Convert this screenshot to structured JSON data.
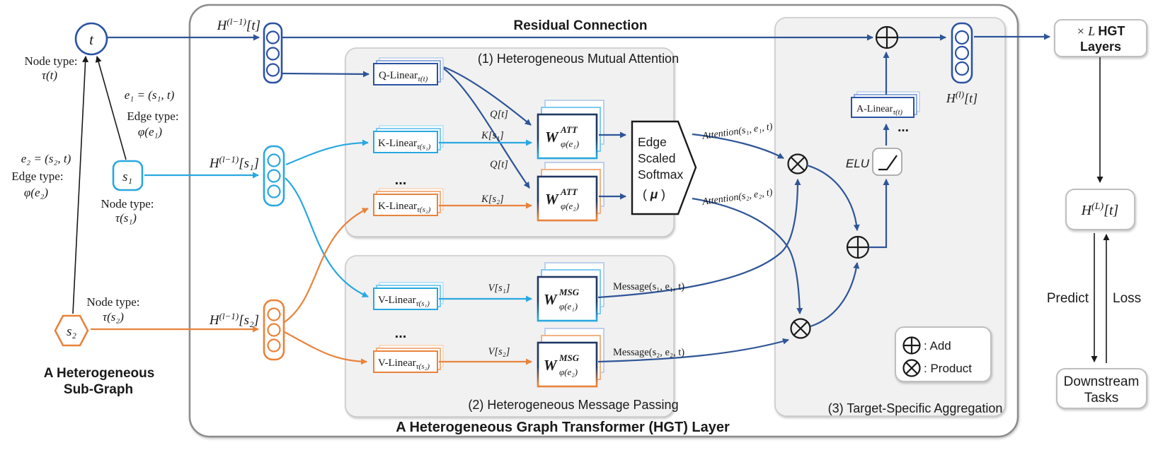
{
  "colors": {
    "blue_arrow": "#2E5597",
    "navy_border": "#203864",
    "royal_node": "#2B53A3",
    "cyan": "#29A8E0",
    "orange": "#E8833C",
    "panel_fill": "#F1F1F1",
    "panel_border": "#C9C9C9",
    "outer_border": "#8C8C8C"
  },
  "subgraph": {
    "node_t": "t",
    "node_s1": "s₁",
    "node_s2": "s₂",
    "type_t": {
      "l1": "Node type:",
      "l2": "τ(t)"
    },
    "type_s1": {
      "l1": "Node type:",
      "l2": "τ(s₁)"
    },
    "type_s2": {
      "l1": "Node type:",
      "l2": "τ(s₂)"
    },
    "edge1": {
      "def": "e₁ = (s₁, t)",
      "l1": "Edge type:",
      "l2": "φ(e₁)"
    },
    "edge2": {
      "def": "e₂ = (s₂, t)",
      "l1": "Edge type:",
      "l2": "φ(e₂)"
    },
    "caption": {
      "l1": "A Heterogeneous",
      "l2": "Sub-Graph"
    }
  },
  "layer": {
    "caption": "A Heterogeneous Graph Transformer (HGT) Layer",
    "residual": "Residual Connection",
    "h_in_t": {
      "base": "H",
      "sup": "(l−1)",
      "arg": "[t]"
    },
    "h_in_s1": {
      "base": "H",
      "sup": "(l−1)",
      "arg": "[s₁]"
    },
    "h_in_s2": {
      "base": "H",
      "sup": "(l−1)",
      "arg": "[s₂]"
    },
    "h_out": {
      "base": "H",
      "sup": "(l)",
      "arg": "[t]"
    },
    "p1": {
      "title": "(1) Heterogeneous Mutual Attention",
      "q_linear": {
        "base": "Q-Linear",
        "sub": "τ(t)"
      },
      "k_linear_s1": {
        "base": "K-Linear",
        "sub": "τ(s₁)"
      },
      "k_linear_s2": {
        "base": "K-Linear",
        "sub": "τ(s₂)"
      },
      "dots": "...",
      "wdots": "...",
      "lbl_q1": "Q[t]",
      "lbl_k1": "K[s₁]",
      "lbl_q2": "Q[t]",
      "lbl_k2": "K[s₂]",
      "w_att_e1": {
        "base": "W",
        "sup": "ATT",
        "sub": "φ(e₁)"
      },
      "w_att_e2": {
        "base": "W",
        "sup": "ATT",
        "sub": "φ(e₂)"
      },
      "softmax": {
        "l1": "Edge",
        "l2": "Scaled",
        "l3": "Softmax",
        "mu_open": "( ",
        "mu": "μ",
        "mu_close": " )"
      },
      "att1": "Attention(s₁, e₁, t)",
      "att2": "Attention(s₂, e₂, t)"
    },
    "p2": {
      "title": "(2) Heterogeneous Message Passing",
      "v_linear_s1": {
        "base": "V-Linear",
        "sub": "τ(s₁)"
      },
      "v_linear_s2": {
        "base": "V-Linear",
        "sub": "τ(s₂)"
      },
      "dots": "...",
      "wdots": "...",
      "lbl_v1": "V[s₁]",
      "lbl_v2": "V[s₂]",
      "w_msg_e1": {
        "base": "W",
        "sup": "MSG",
        "sub": "φ(e₁)"
      },
      "w_msg_e2": {
        "base": "W",
        "sup": "MSG",
        "sub": "φ(e₂)"
      },
      "msg1": "Message(s₁, e₁, t)",
      "msg2": "Message(s₂, e₂, t)"
    },
    "p3": {
      "title": "(3) Target-Specific Aggregation",
      "elu": "ELU",
      "a_linear": {
        "base": "A-Linear",
        "sub": "τ(t)"
      },
      "dots": "...",
      "legend_add": ": Add",
      "legend_prod": ": Product"
    }
  },
  "right": {
    "layers_x": "× L ",
    "layers_hgt": "HGT",
    "layers_l2": "Layers",
    "h_L": {
      "base": "H",
      "sup": "(L)",
      "arg": "[t]"
    },
    "predict": "Predict",
    "loss": "Loss",
    "down_l1": "Downstream",
    "down_l2": "Tasks"
  }
}
